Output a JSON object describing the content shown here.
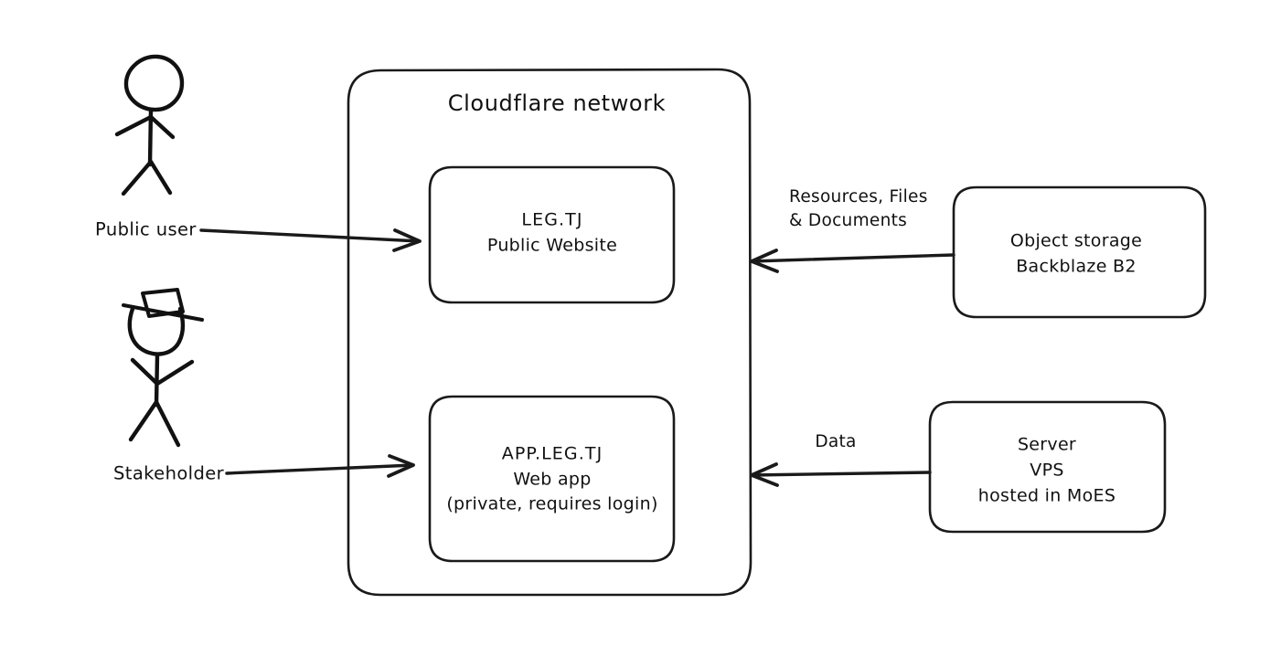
{
  "diagram": {
    "title": "Cloudflare network",
    "background_color": "#ffffff",
    "stroke_color": "#1a1a1a",
    "actors": [
      {
        "id": "public-user",
        "label": "Public user",
        "icon": "stick-figure-icon"
      },
      {
        "id": "stakeholder",
        "label": "Stakeholder",
        "icon": "stick-figure-with-hat-icon"
      }
    ],
    "container": {
      "id": "cloudflare-network",
      "label": "Cloudflare network",
      "children": [
        {
          "id": "public-website",
          "lines": [
            "LEG.TJ",
            "Public Website"
          ],
          "line1": "LEG.TJ",
          "line2": "Public Website"
        },
        {
          "id": "web-app",
          "lines": [
            "APP.LEG.TJ",
            "Web app",
            "(private, requires login)"
          ],
          "line1": "APP.LEG.TJ",
          "line2": "Web app",
          "line3": "(private, requires login)"
        }
      ]
    },
    "external_nodes": [
      {
        "id": "object-storage",
        "lines": [
          "Object storage",
          "Backblaze B2"
        ],
        "line1": "Object storage",
        "line2": "Backblaze B2"
      },
      {
        "id": "server",
        "lines": [
          "Server",
          "VPS",
          "hosted in MoES"
        ],
        "line1": "Server",
        "line2": "VPS",
        "line3": "hosted in MoES"
      }
    ],
    "edges": [
      {
        "id": "public-user-to-website",
        "from": "public-user",
        "to": "public-website",
        "label": "",
        "direction": "right"
      },
      {
        "id": "stakeholder-to-web-app",
        "from": "stakeholder",
        "to": "web-app",
        "label": "",
        "direction": "right"
      },
      {
        "id": "storage-to-network",
        "from": "object-storage",
        "to": "cloudflare-network",
        "label_line1": "Resources, Files",
        "label_line2": "& Documents",
        "direction": "left"
      },
      {
        "id": "server-to-network",
        "from": "server",
        "to": "cloudflare-network",
        "label": "Data",
        "direction": "left"
      }
    ]
  }
}
